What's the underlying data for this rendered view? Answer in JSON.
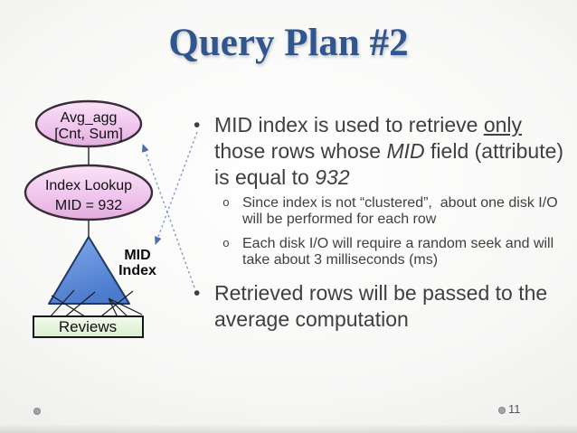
{
  "slide": {
    "title": "Query Plan #2",
    "page_number": "11"
  },
  "diagram": {
    "avg_node": {
      "line1": "Avg_agg",
      "line2": "[Cnt, Sum]"
    },
    "lookup_node": {
      "line1": "Index Lookup",
      "line2": "MID = 932"
    },
    "index_label": {
      "line1": "MID",
      "line2": "Index"
    },
    "table_name": "Reviews",
    "colors": {
      "node_stroke": "#3A2C39",
      "triangle_stroke": "#1F3864",
      "table_stroke": "#161616",
      "connector": "#3F3F3F",
      "pointer_lines": "#1C1C1C",
      "dashed_arrow": "#8296CC",
      "arrowhead": "#4A6CB3",
      "node_fill": "#F0C6EE",
      "triangle_fill": "#5585DB",
      "table_fill": "#E4F4DC"
    }
  },
  "bullets": {
    "b1": {
      "marker": "•",
      "l1a": "MID index is used to retrieve ",
      "l1b": "only",
      "l2a": "those rows whose ",
      "l2b": "MID",
      "l2c": " field",
      "l3a": "(attribute) is equal to ",
      "l3b": "932"
    },
    "s1": {
      "marker": "o",
      "l1": "Since index is not “clustered”,  about one",
      "l2": "disk I/O will be performed for each row"
    },
    "s2": {
      "marker": "o",
      "l1": "Each disk I/O will require a random seek",
      "l2": "and will take about 3 milliseconds (ms)"
    },
    "b2": {
      "marker": "•",
      "l1": "Retrieved rows will be passed to",
      "l2": "the average computation"
    }
  }
}
